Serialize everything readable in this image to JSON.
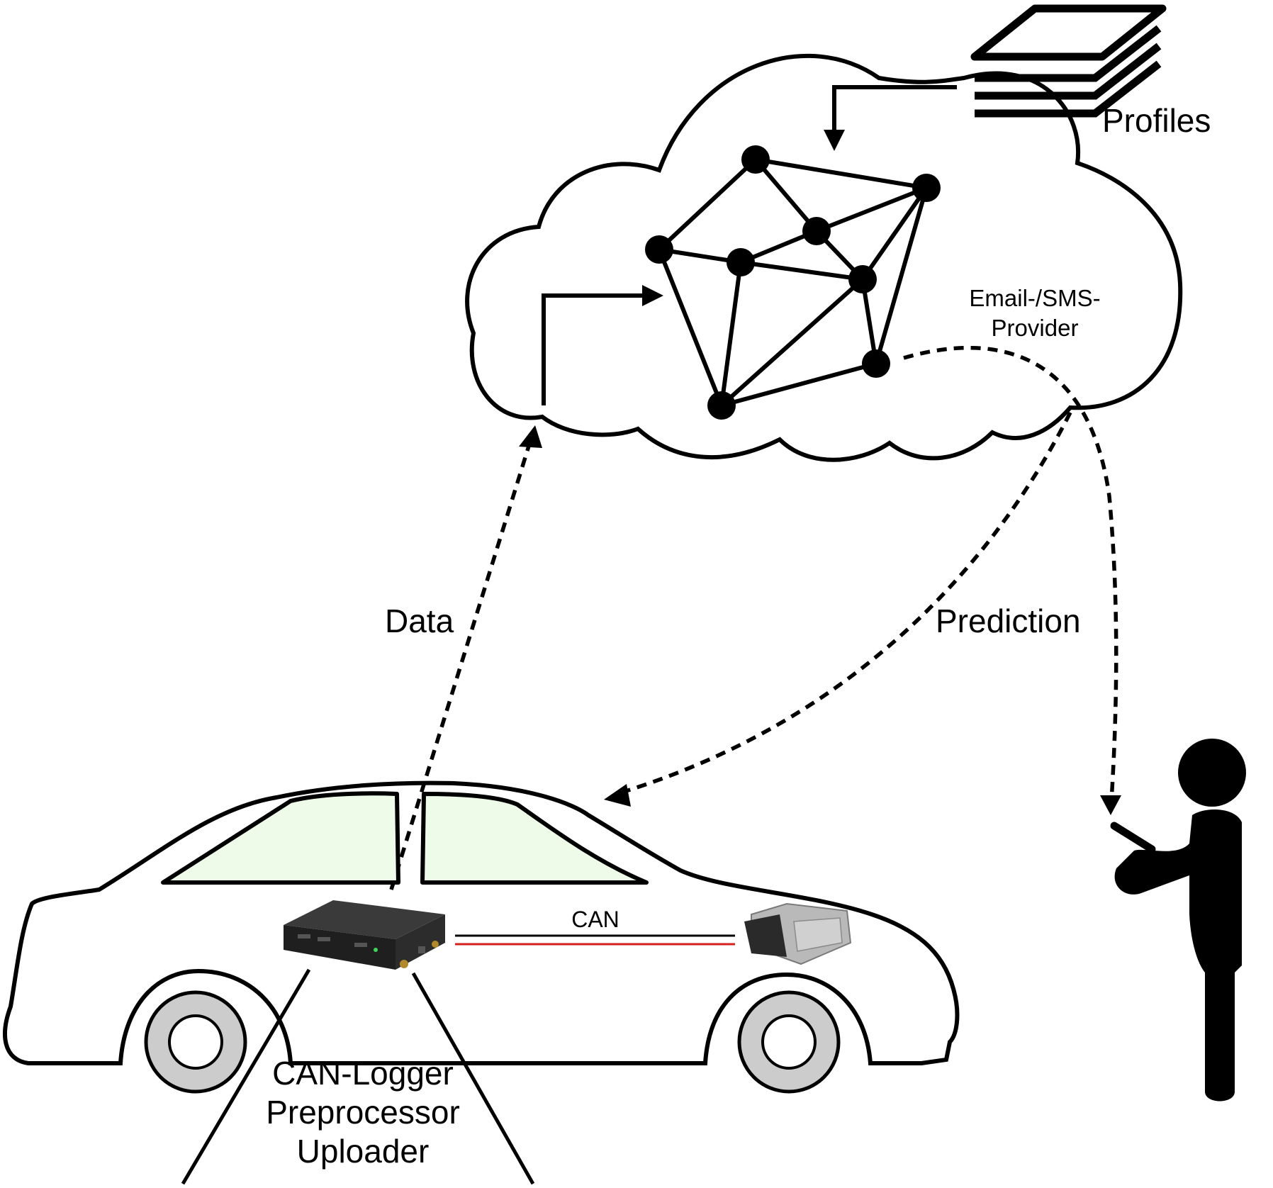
{
  "labels": {
    "profiles": "Profiles",
    "email_provider_line1": "Email-/SMS-",
    "email_provider_line2": "Provider",
    "data": "Data",
    "prediction": "Prediction",
    "can": "CAN",
    "logger_line1": "CAN-Logger",
    "logger_line2": "Preprocessor",
    "logger_line3": "Uploader"
  },
  "colors": {
    "window_fill": "#eefbe9",
    "tire_fill": "#cccccc",
    "can_high": "#000000",
    "can_low": "#d62020",
    "logger_box": "#2a2a2a",
    "ecu_body": "#b9b9b9"
  },
  "icons": [
    "cloud-icon",
    "profiles-stack-icon",
    "neural-network-icon",
    "car-icon",
    "can-logger-device-icon",
    "ecu-icon",
    "person-with-phone-icon"
  ]
}
